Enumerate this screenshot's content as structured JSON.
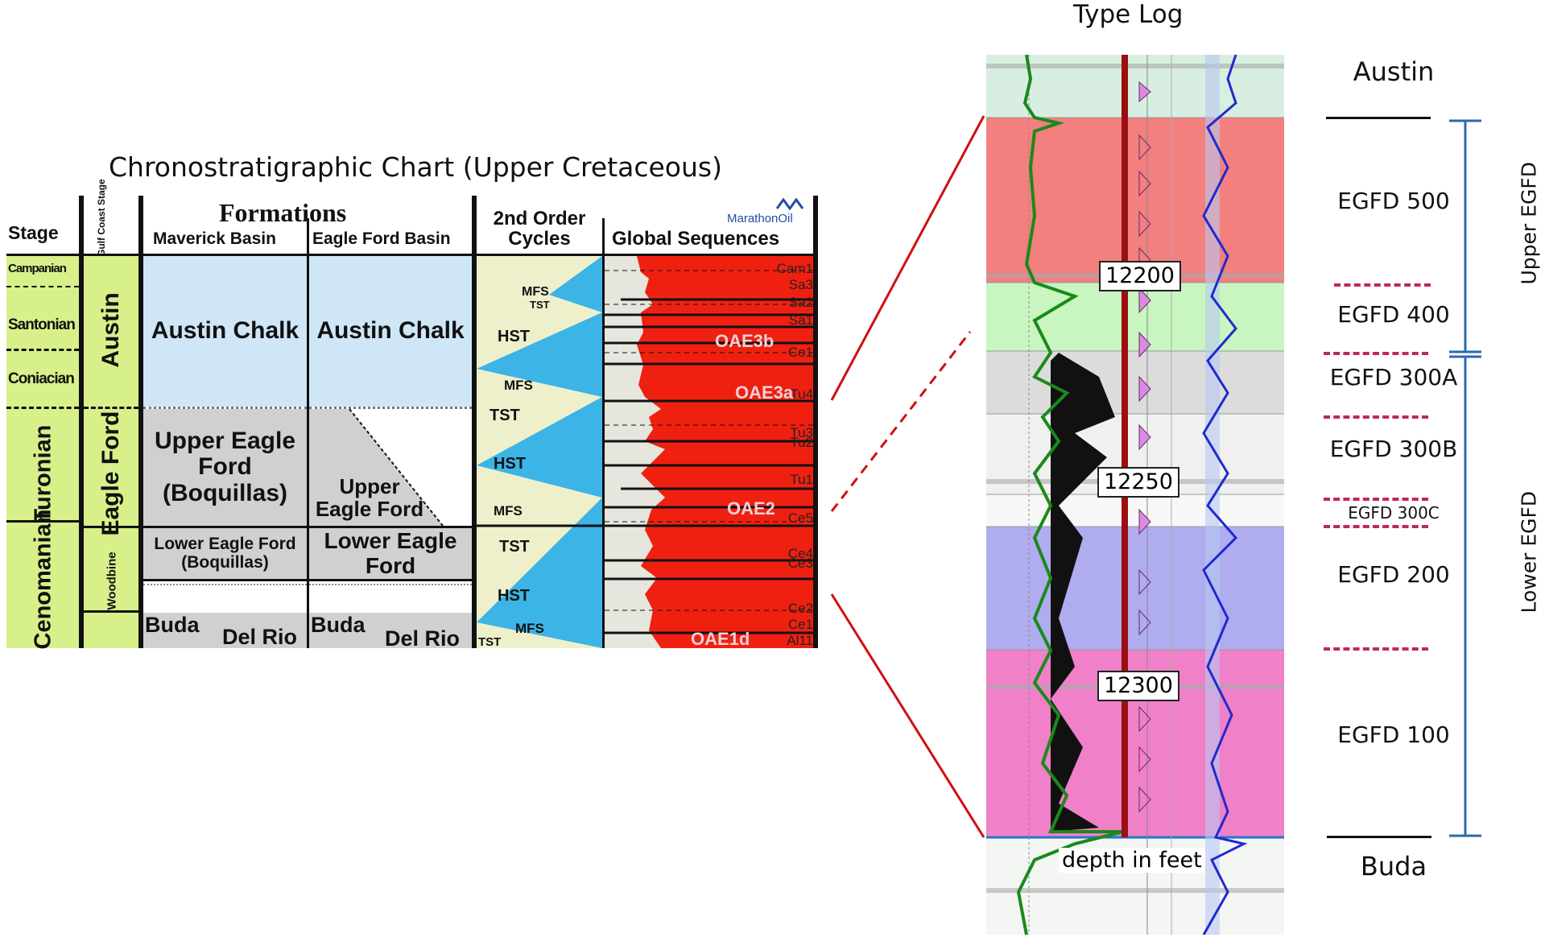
{
  "chrono_title": "Chronostratigraphic Chart  (Upper Cretaceous)",
  "typelog_title": "Type Log",
  "chart": {
    "stage_header": "Stage",
    "gulf_coast_header": "Gulf Coast Stage",
    "formations_header": "Formations",
    "maverick_header": "Maverick Basin",
    "eagleford_header": "Eagle Ford Basin",
    "cycles_header": "2nd Order Cycles",
    "global_header": "Global Sequences",
    "logo_text": "MarathonOil",
    "stages": [
      "Campanian",
      "Santonian",
      "Coniacian",
      "Turonian",
      "Cenomanian"
    ],
    "gulf_stages": [
      "Austin",
      "Eagle Ford",
      "Woodbine"
    ],
    "maverick": {
      "austin": "Austin Chalk",
      "upper_ef": "Upper Eagle Ford (Boquillas)",
      "lower_ef": "Lower Eagle Ford (Boquillas)",
      "buda": "Buda",
      "delrio": "Del Rio"
    },
    "eagleford": {
      "austin": "Austin Chalk",
      "upper_ef": "Upper Eagle Ford",
      "lower_ef": "Lower Eagle Ford",
      "buda": "Buda",
      "delrio": "Del Rio"
    },
    "cycles": [
      "MFS",
      "TST",
      "HST",
      "MFS",
      "TST",
      "HST",
      "MFS",
      "TST",
      "HST",
      "MFS",
      "TST"
    ],
    "sequences": [
      "Cam1",
      "Sa3",
      "Sa2",
      "Sa1",
      "Co1",
      "Tu4",
      "Tu3",
      "Tu2",
      "Tu1",
      "Ce5",
      "Ce4",
      "Ce3",
      "Ce2",
      "Ce1",
      "Al11"
    ],
    "oae": [
      "OAE3b",
      "OAE3a",
      "OAE2",
      "OAE1d"
    ]
  },
  "typelog": {
    "depth_labels": [
      "12200",
      "12250",
      "12300"
    ],
    "depth_caption": "depth in feet",
    "units": [
      "Austin",
      "EGFD 500",
      "EGFD 400",
      "EGFD 300A",
      "EGFD 300B",
      "EGFD 300C",
      "EGFD 200",
      "EGFD 100",
      "Buda"
    ],
    "groups": [
      "Upper EGFD",
      "Lower EGFD"
    ]
  },
  "colors": {
    "austin_chalk": "#cfe6f7",
    "eagle_ford_gray": "#d0d0d0",
    "stage_green": "#d8f08a",
    "cycle_blue": "#3cb4e6",
    "sequence_red": "#f02010",
    "egfd500": "#f47f7f",
    "egfd400": "#c8f5c0",
    "egfd300": "#dcdcdc",
    "egfd200": "#b0acf0",
    "egfd100": "#f080c8",
    "log_green": "#1a8a1a",
    "log_blue": "#1e2ad0",
    "depth_line": "#9a1010",
    "connector_red": "#d01010"
  }
}
